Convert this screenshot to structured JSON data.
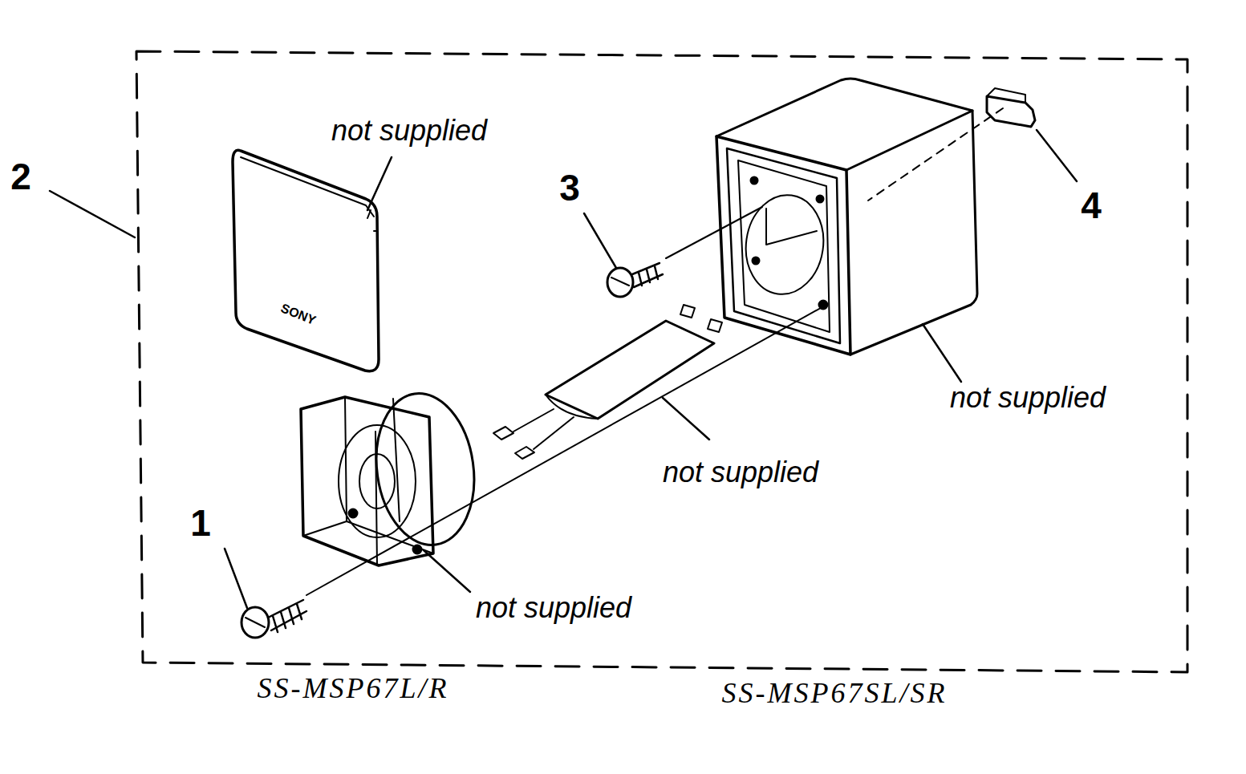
{
  "diagram": {
    "labels": [
      "not supplied",
      "2",
      "3",
      "4",
      "SONY",
      "not supplied",
      "not supplied",
      "1",
      "not supplied",
      "SS-MSP67L/R",
      "SS-MSP67SL/SR"
    ]
  }
}
